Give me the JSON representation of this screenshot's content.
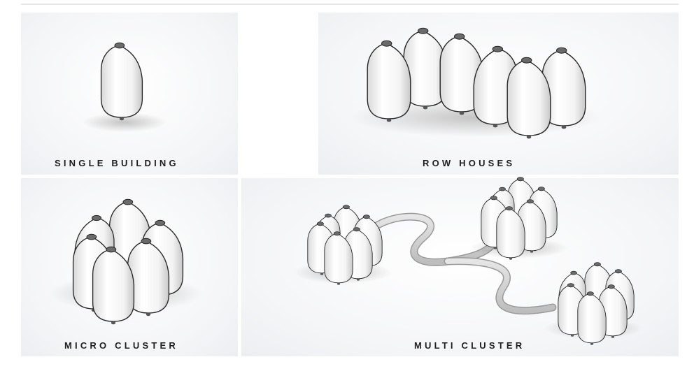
{
  "panels": {
    "single": {
      "label": "SINGLE BUILDING"
    },
    "row": {
      "label": "ROW HOUSES"
    },
    "micro": {
      "label": "MICRO CLUSTER"
    },
    "multi": {
      "label": "MULTI CLUSTER"
    }
  }
}
